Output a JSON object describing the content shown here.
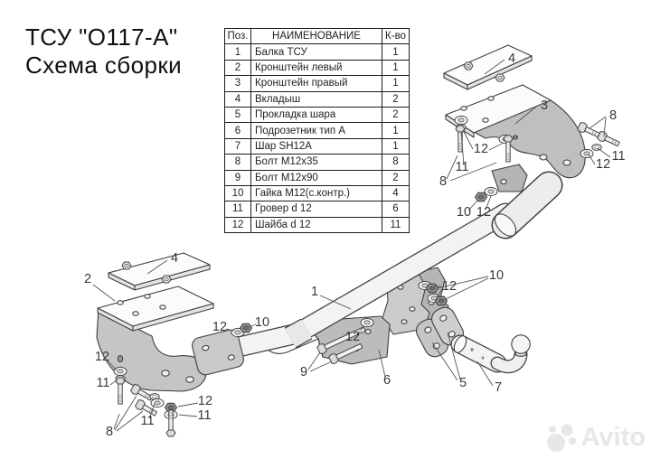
{
  "title": {
    "line1": "ТСУ \"О117-А\"",
    "line2": "Схема сборки"
  },
  "table": {
    "headers": [
      "Поз.",
      "НАИМЕНОВАНИЕ",
      "К-во"
    ],
    "rows": [
      {
        "pos": "1",
        "name": "Балка ТСУ",
        "qty": "1"
      },
      {
        "pos": "2",
        "name": "Кронштейн левый",
        "qty": "1"
      },
      {
        "pos": "3",
        "name": "Кронштейн правый",
        "qty": "1"
      },
      {
        "pos": "4",
        "name": "Вкладыш",
        "qty": "2"
      },
      {
        "pos": "5",
        "name": "Прокладка шара",
        "qty": "2"
      },
      {
        "pos": "6",
        "name": "Подрозетник тип А",
        "qty": "1"
      },
      {
        "pos": "7",
        "name": "Шар SH12A",
        "qty": "1"
      },
      {
        "pos": "8",
        "name": "Болт М12х35",
        "qty": "8"
      },
      {
        "pos": "9",
        "name": "Болт М12х90",
        "qty": "2"
      },
      {
        "pos": "10",
        "name": "Гайка М12(с.контр.)",
        "qty": "4"
      },
      {
        "pos": "11",
        "name": "Гровер  d 12",
        "qty": "6"
      },
      {
        "pos": "12",
        "name": "Шайба d 12",
        "qty": "11"
      }
    ]
  },
  "diagram": {
    "colors": {
      "line": "#3f3f3f",
      "metal_light": "#f3f3f3",
      "metal_gray": "#c0c0c0"
    },
    "callouts": [
      {
        "n": "4",
        "part": "Вкладыш"
      },
      {
        "n": "3",
        "part": "Кронштейн правый"
      },
      {
        "n": "8",
        "part": "Болт М12х35"
      },
      {
        "n": "11",
        "part": "Гровер d 12"
      },
      {
        "n": "12",
        "part": "Шайба d 12"
      },
      {
        "n": "12",
        "part": "Шайба d 12"
      },
      {
        "n": "11",
        "part": "Гровер d 12"
      },
      {
        "n": "8",
        "part": "Болт М12х35"
      },
      {
        "n": "10",
        "part": "Гайка М12(с.контр.)"
      },
      {
        "n": "12",
        "part": "Шайба d 12"
      },
      {
        "n": "12",
        "part": "Шайба d 12"
      },
      {
        "n": "10",
        "part": "Гайка М12(с.контр.)"
      },
      {
        "n": "1",
        "part": "Балка ТСУ"
      },
      {
        "n": "12",
        "part": "Шайба d 12"
      },
      {
        "n": "9",
        "part": "Болт М12х90"
      },
      {
        "n": "6",
        "part": "Подрозетник тип А"
      },
      {
        "n": "5",
        "part": "Прокладка шара"
      },
      {
        "n": "7",
        "part": "Шар SH12A"
      },
      {
        "n": "4",
        "part": "Вкладыш"
      },
      {
        "n": "2",
        "part": "Кронштейн левый"
      },
      {
        "n": "12",
        "part": "Шайба d 12"
      },
      {
        "n": "11",
        "part": "Гровер d 12"
      },
      {
        "n": "8",
        "part": "Болт М12х35"
      },
      {
        "n": "11",
        "part": "Гровер d 12"
      },
      {
        "n": "12",
        "part": "Шайба d 12"
      },
      {
        "n": "11",
        "part": "Гровер d 12"
      },
      {
        "n": "12",
        "part": "Шайба d 12"
      },
      {
        "n": "10",
        "part": "Гайка М12(с.контр.)"
      }
    ]
  },
  "watermark": {
    "text": "Avito"
  }
}
